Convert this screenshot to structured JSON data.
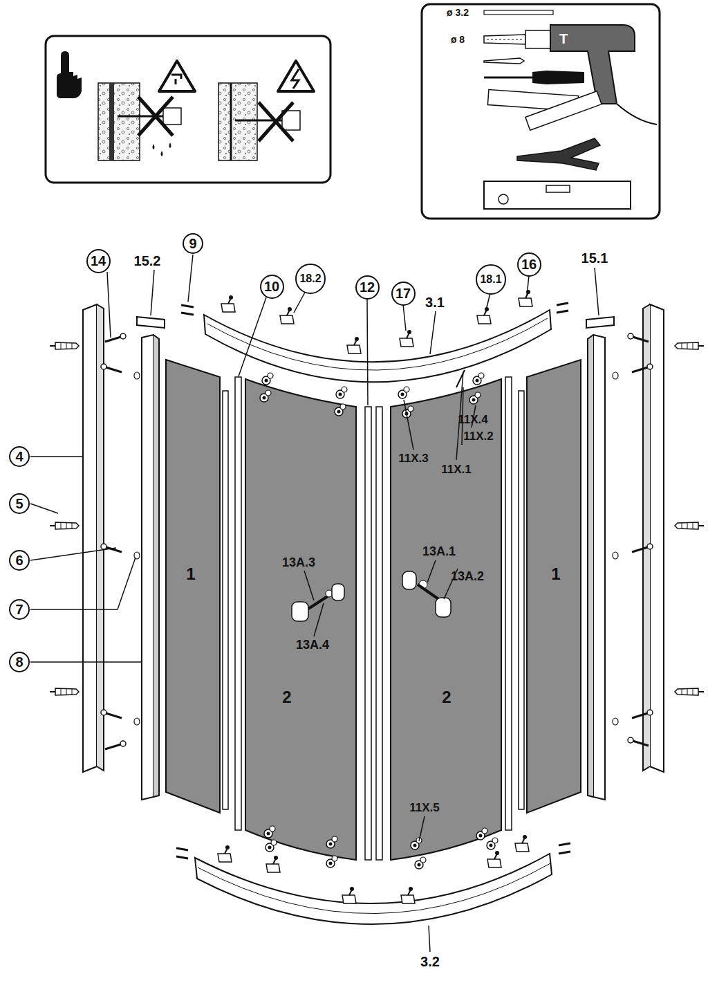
{
  "diagram": {
    "labels": [
      "9",
      "14",
      "15.2",
      "10",
      "18.2",
      "12",
      "17",
      "3.1",
      "18.1",
      "16",
      "15.1",
      "11X.4",
      "11X.2",
      "11X.3",
      "11X.1",
      "4",
      "5",
      "6",
      "7",
      "8",
      "1",
      "13A.3",
      "13A.1",
      "13A.2",
      "1",
      "13A.4",
      "2",
      "2",
      "11X.5",
      "3.2",
      "ø 3.2",
      "ø 8",
      "T"
    ]
  }
}
